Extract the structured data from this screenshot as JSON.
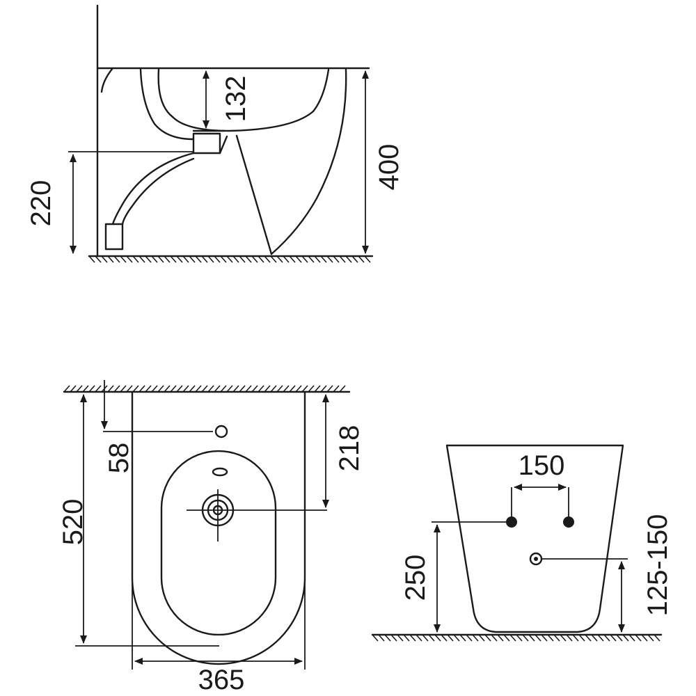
{
  "side_view": {
    "dim_bowl_depth": "132",
    "dim_height": "400",
    "dim_drain_height": "220"
  },
  "top_view": {
    "dim_faucet_offset": "58",
    "dim_drain_offset": "218",
    "dim_length": "520",
    "dim_width": "365"
  },
  "rear_view": {
    "dim_supply_spacing": "150",
    "dim_supply_height": "250",
    "dim_drain_height_range": "125-150"
  }
}
